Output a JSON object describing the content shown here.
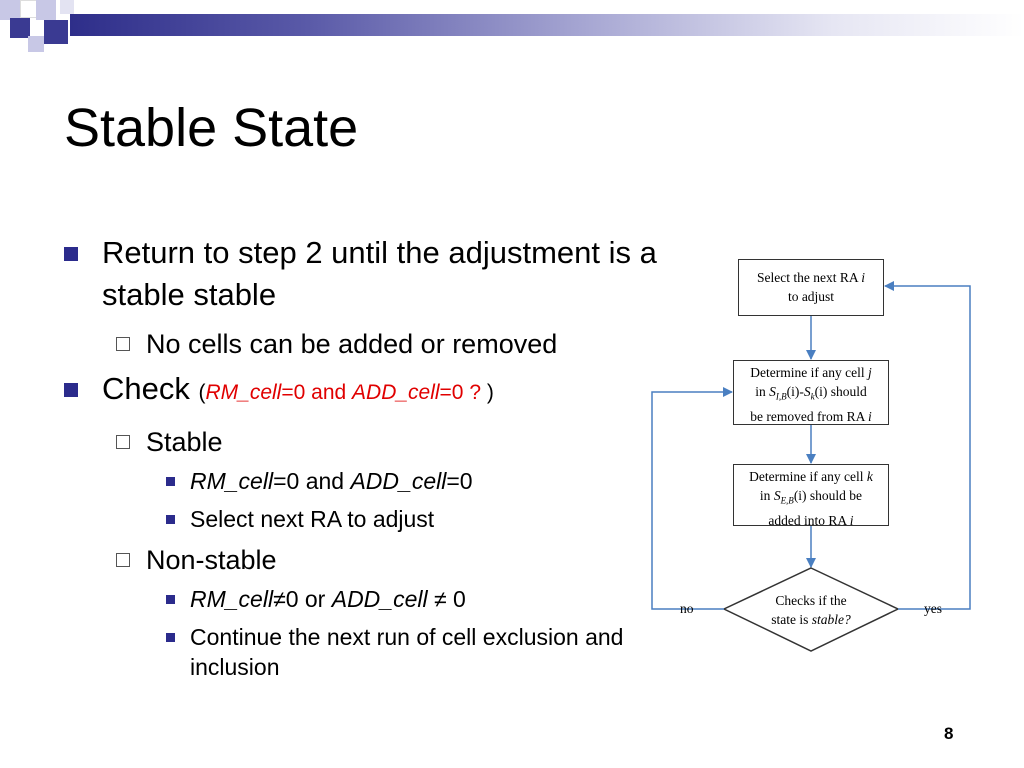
{
  "slide": {
    "title": "Stable State",
    "page_number": "8"
  },
  "bullets": {
    "b1_text": "Return to step 2 until the adjustment is a stable stable",
    "b1_sub1": "No cells can be added or removed",
    "b2_text": "Check",
    "b2_paren_open": "(",
    "b2_rm": "RM_cell",
    "b2_eq0": "=0 and ",
    "b2_add": "ADD_cell",
    "b2_eq0q": "=0 ?",
    "b2_paren_close": ")",
    "stable_label": "Stable",
    "stable_item1_rm": "RM_cell",
    "stable_item1_mid": "=0 and ",
    "stable_item1_add": "ADD_cell",
    "stable_item1_end": "=0",
    "stable_item2": "Select next RA to adjust",
    "nonstable_label": "Non-stable",
    "nonstable_item1_rm": "RM_cell",
    "nonstable_item1_mid": "≠0 or ",
    "nonstable_item1_add": "ADD_cell",
    "nonstable_item1_end": " ≠ 0",
    "nonstable_item2": "Continue the next run of cell exclusion and inclusion"
  },
  "flowchart": {
    "box1_line1": "Select the next RA ",
    "box1_var": "i",
    "box1_line2": "to adjust",
    "box2_line1": "Determine if any cell ",
    "box2_var_j": "j",
    "box2_in": "in ",
    "box2_s1": "S",
    "box2_s1_sub": "I,B",
    "box2_i1": "(i)-",
    "box2_s2": "S",
    "box2_s2_sub": "k",
    "box2_i2": "(i) should",
    "box2_line3": "be removed from RA ",
    "box2_var_i": "i",
    "box3_line1": "Determine if any cell ",
    "box3_var_k": "k",
    "box3_in": "in ",
    "box3_s": "S",
    "box3_s_sub": "E,B",
    "box3_i": "(i) should be",
    "box3_line3": "added into RA ",
    "box3_var_i": "i",
    "diamond_line1": "Checks if the",
    "diamond_line2": "state is ",
    "diamond_var": "stable?",
    "no_label": "no",
    "yes_label": "yes",
    "line_color": "#4a7fc1"
  }
}
